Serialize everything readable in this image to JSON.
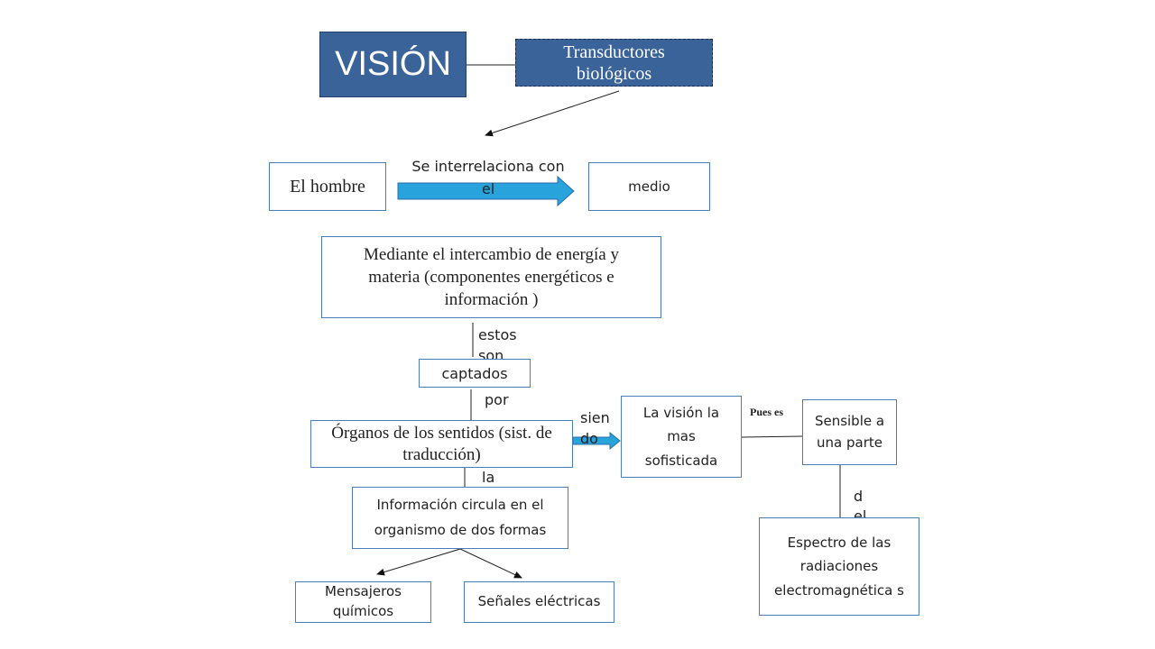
{
  "colors": {
    "title_fill": "#3a6399",
    "box_border": "#4a7ebb",
    "arrow_fill": "#29a3dc"
  },
  "nodes": {
    "vision": "VISIÓN",
    "transductores": "Transductores biológicos",
    "hombre": "El hombre",
    "medio": "medio",
    "intercambio": "Mediante el intercambio de energía y materia (componentes energéticos e información )",
    "captados": "captados",
    "organos": "Órganos de los sentidos (sist. de traducción)",
    "informacion": "Información circula en el organismo de dos formas",
    "mensajeros": "Mensajeros químicos",
    "senales": "Señales eléctricas",
    "vision_sofisticada": "La visión la mas sofisticada",
    "sensible": "Sensible a una parte",
    "espectro": "Espectro de las radiaciones electromagnética s"
  },
  "connectors": {
    "interrelaciona": "Se interrelaciona con el",
    "estos_son": "estos son",
    "por": "por",
    "siendo": "sien do",
    "la": "la",
    "pues_es": "Pues es",
    "del": "d el"
  }
}
